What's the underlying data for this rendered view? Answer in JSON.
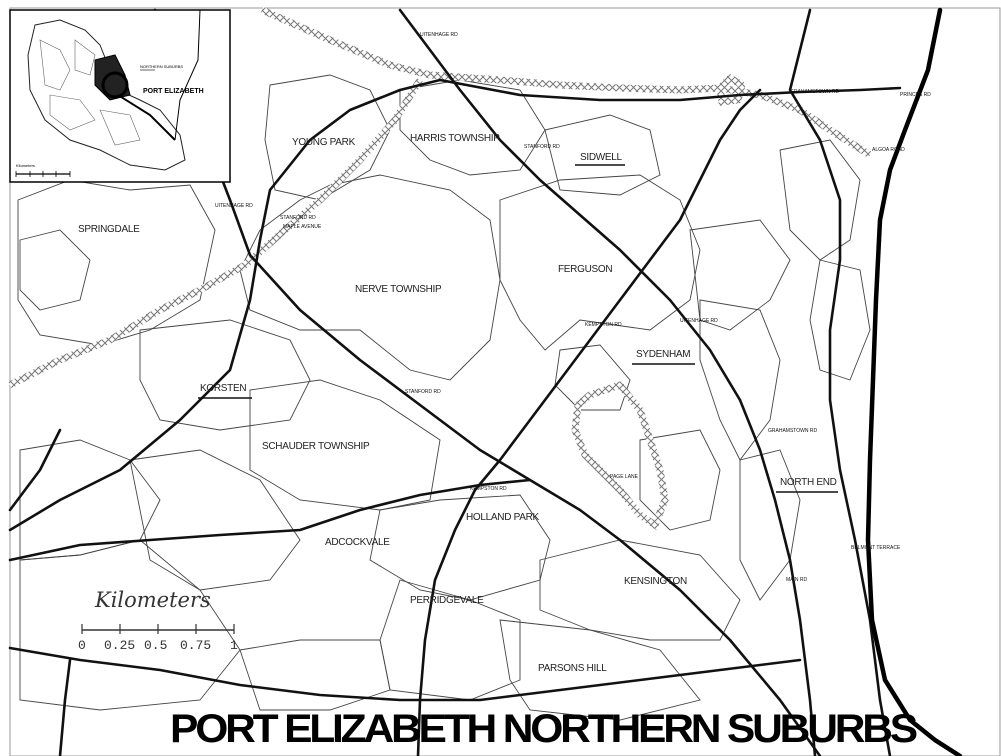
{
  "title": "PORT ELIZABETH NORTHERN SUBURBS",
  "scale": {
    "title": "Kilometers",
    "ticks": [
      "0",
      "0.25",
      "0.5",
      "0.75",
      "1"
    ]
  },
  "suburbs": {
    "young_park": "YOUNG PARK",
    "harris_township": "HARRIS TOWNSHIP",
    "sidwell": "SIDWELL",
    "springdale": "SPRINGDALE",
    "nerve_township": "NERVE TOWNSHIP",
    "ferguson": "FERGUSON",
    "sydenham": "SYDENHAM",
    "korsten": "KORSTEN",
    "schauder_township": "SCHAUDER TOWNSHIP",
    "north_end": "NORTH END",
    "holland_park": "HOLLAND PARK",
    "adcockvale": "ADCOCKVALE",
    "kensington": "KENSINGTON",
    "perridgevale": "PERRIDGEVALE",
    "parsons_hill": "PARSONS HILL"
  },
  "roads": {
    "r1": "UITENHAGE RD",
    "r2": "GRAHAMSTOWN RD",
    "r3": "ALGOA ROAD",
    "r4": "STANFORD RD",
    "r5": "UITENHAGE RD",
    "r6": "STANFORD RD",
    "r7": "MAPLE AVENUE",
    "r8": "KEMPSTON RD",
    "r9": "UITENHAGE RD",
    "r10": "STANFORD RD",
    "r11": "GRAHAMSTOWN RD",
    "r12": "PAGE LANE",
    "r13": "KEMPSTON RD",
    "r14": "MAIN RD",
    "r15": "BELMONT TERRACE",
    "r16": "PRINCES RD"
  },
  "inset": {
    "city": "PORT ELIZABETH",
    "area": "NORTHERN SUBURBS",
    "scale_label": "Kilometers"
  },
  "colors": {
    "ink": "#111111",
    "paper": "#ffffff",
    "railway": "#888888"
  }
}
